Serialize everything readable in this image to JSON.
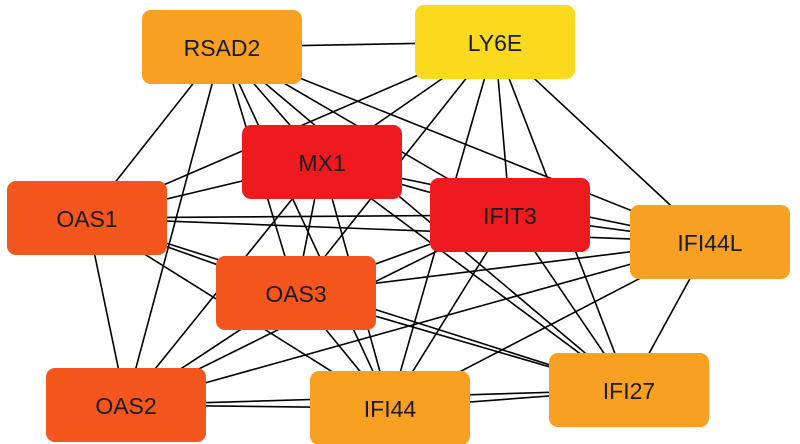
{
  "nodes": [
    {
      "id": "RSAD2",
      "label": "RSAD2",
      "color": "#F7A021"
    },
    {
      "id": "LY6E",
      "label": "LY6E",
      "color": "#FADA1E"
    },
    {
      "id": "MX1",
      "label": "MX1",
      "color": "#EE1A1F"
    },
    {
      "id": "IFIT3",
      "label": "IFIT3",
      "color": "#EE1A1F"
    },
    {
      "id": "OAS1",
      "label": "OAS1",
      "color": "#F4561E"
    },
    {
      "id": "IFI44L",
      "label": "IFI44L",
      "color": "#F7A021"
    },
    {
      "id": "OAS3",
      "label": "OAS3",
      "color": "#F4561E"
    },
    {
      "id": "OAS2",
      "label": "OAS2",
      "color": "#F4561E"
    },
    {
      "id": "IFI44",
      "label": "IFI44",
      "color": "#F7A021"
    },
    {
      "id": "IFI27",
      "label": "IFI27",
      "color": "#F7A021"
    }
  ],
  "edges": [
    [
      "RSAD2",
      "LY6E"
    ],
    [
      "RSAD2",
      "MX1"
    ],
    [
      "RSAD2",
      "IFIT3"
    ],
    [
      "RSAD2",
      "OAS1"
    ],
    [
      "RSAD2",
      "IFI44L"
    ],
    [
      "RSAD2",
      "OAS3"
    ],
    [
      "RSAD2",
      "OAS2"
    ],
    [
      "RSAD2",
      "IFI44"
    ],
    [
      "RSAD2",
      "IFI27"
    ],
    [
      "LY6E",
      "MX1"
    ],
    [
      "LY6E",
      "IFIT3"
    ],
    [
      "LY6E",
      "OAS1"
    ],
    [
      "LY6E",
      "IFI44L"
    ],
    [
      "LY6E",
      "OAS3"
    ],
    [
      "LY6E",
      "IFI44"
    ],
    [
      "LY6E",
      "IFI27"
    ],
    [
      "MX1",
      "IFIT3"
    ],
    [
      "MX1",
      "OAS1"
    ],
    [
      "MX1",
      "IFI44L"
    ],
    [
      "MX1",
      "OAS3"
    ],
    [
      "MX1",
      "OAS2"
    ],
    [
      "MX1",
      "IFI44"
    ],
    [
      "MX1",
      "IFI27"
    ],
    [
      "IFIT3",
      "OAS1"
    ],
    [
      "IFIT3",
      "IFI44L"
    ],
    [
      "IFIT3",
      "OAS3"
    ],
    [
      "IFIT3",
      "OAS2"
    ],
    [
      "IFIT3",
      "IFI44"
    ],
    [
      "IFIT3",
      "IFI27"
    ],
    [
      "OAS1",
      "IFI44L"
    ],
    [
      "OAS1",
      "OAS3"
    ],
    [
      "OAS1",
      "OAS2"
    ],
    [
      "OAS1",
      "IFI44"
    ],
    [
      "OAS1",
      "IFI27"
    ],
    [
      "IFI44L",
      "OAS3"
    ],
    [
      "IFI44L",
      "OAS2"
    ],
    [
      "IFI44L",
      "IFI44"
    ],
    [
      "IFI44L",
      "IFI27"
    ],
    [
      "OAS3",
      "OAS2"
    ],
    [
      "OAS3",
      "IFI44"
    ],
    [
      "OAS3",
      "IFI27"
    ],
    [
      "OAS2",
      "IFI44"
    ],
    [
      "OAS2",
      "IFI27"
    ],
    [
      "IFI44",
      "IFI27"
    ]
  ]
}
